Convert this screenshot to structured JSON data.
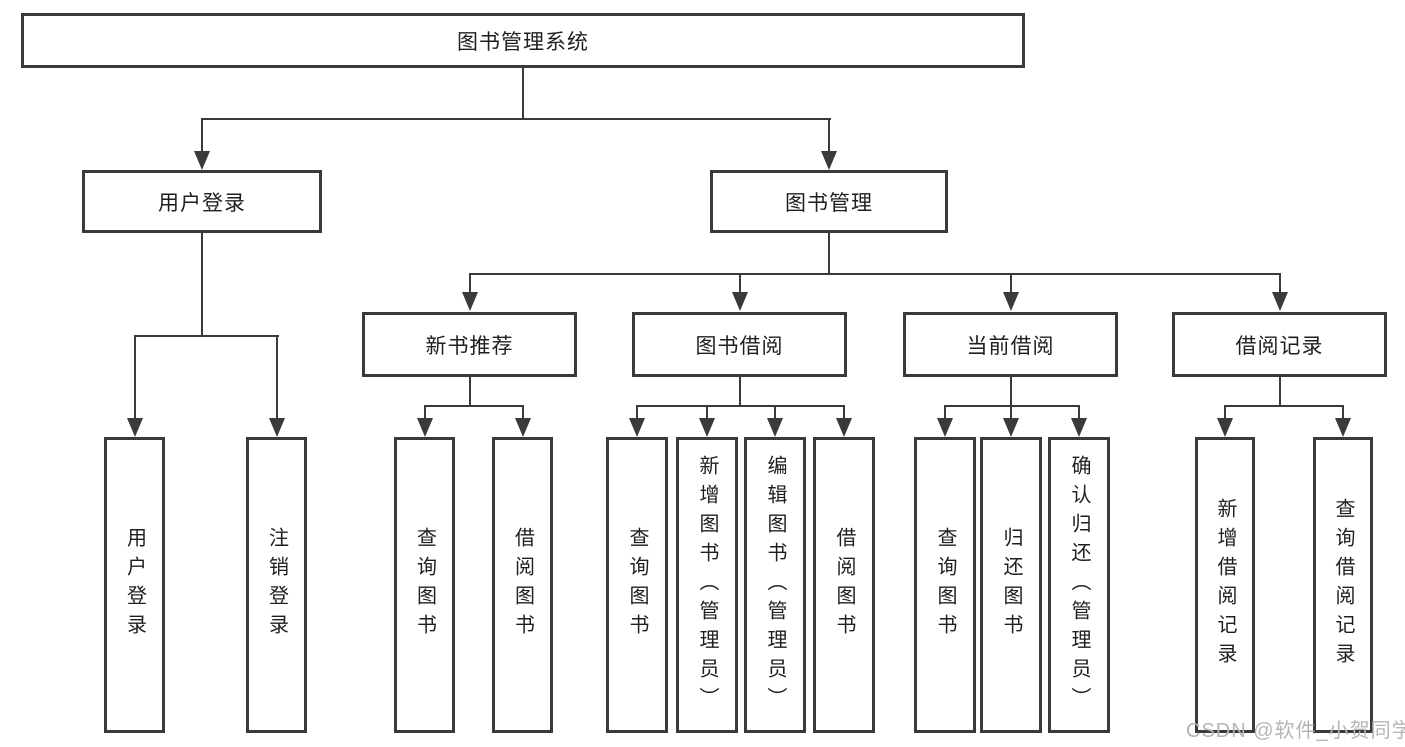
{
  "diagram": {
    "title_node": {
      "label": "图书管理系统"
    },
    "level2": [
      {
        "label": "用户登录"
      },
      {
        "label": "图书管理"
      }
    ],
    "level3": [
      {
        "label": "新书推荐"
      },
      {
        "label": "图书借阅"
      },
      {
        "label": "当前借阅"
      },
      {
        "label": "借阅记录"
      }
    ],
    "leaves": {
      "user_login": [
        "用户登录",
        "注销登录"
      ],
      "new_books": [
        "查询图书",
        "借阅图书"
      ],
      "book_borrow": [
        "查询图书",
        "新增图书（管理员）",
        "编辑图书（管理员）",
        "借阅图书"
      ],
      "current_borrow": [
        "查询图书",
        "归还图书",
        "确认归还（管理员）"
      ],
      "borrow_records": [
        "新增借阅记录",
        "查询借阅记录"
      ]
    },
    "watermark": {
      "text": "CSDN @软件_小贺同学"
    },
    "colors": {
      "line": "#3a3a3a",
      "text": "#1f1f1f",
      "watermark": "#b5b5b5",
      "background": "#ffffff"
    }
  }
}
